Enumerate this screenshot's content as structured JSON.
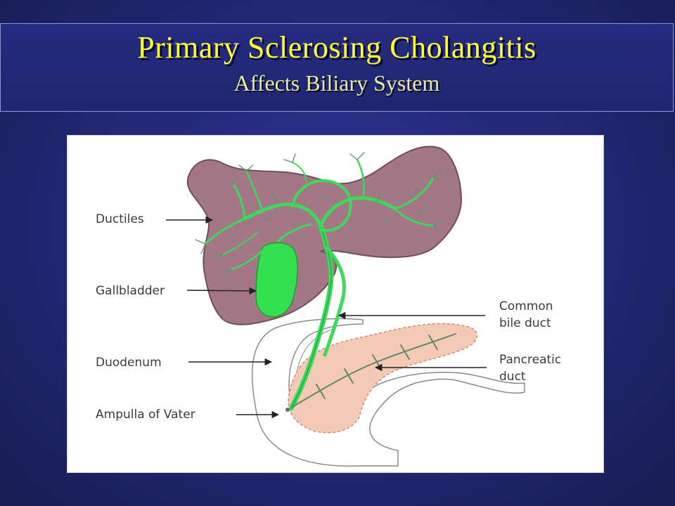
{
  "slide": {
    "title": "Primary Sclerosing Cholangitis",
    "subtitle": "Affects Biliary System"
  },
  "diagram": {
    "labels": {
      "ductiles": "Ductiles",
      "gallbladder": "Gallbladder",
      "duodenum": "Duodenum",
      "ampulla": "Ampulla of Vater",
      "common_bile_duct_line1": "Common",
      "common_bile_duct_line2": "bile duct",
      "pancreatic_duct_line1": "Pancreatic",
      "pancreatic_duct_line2": "duct"
    }
  }
}
